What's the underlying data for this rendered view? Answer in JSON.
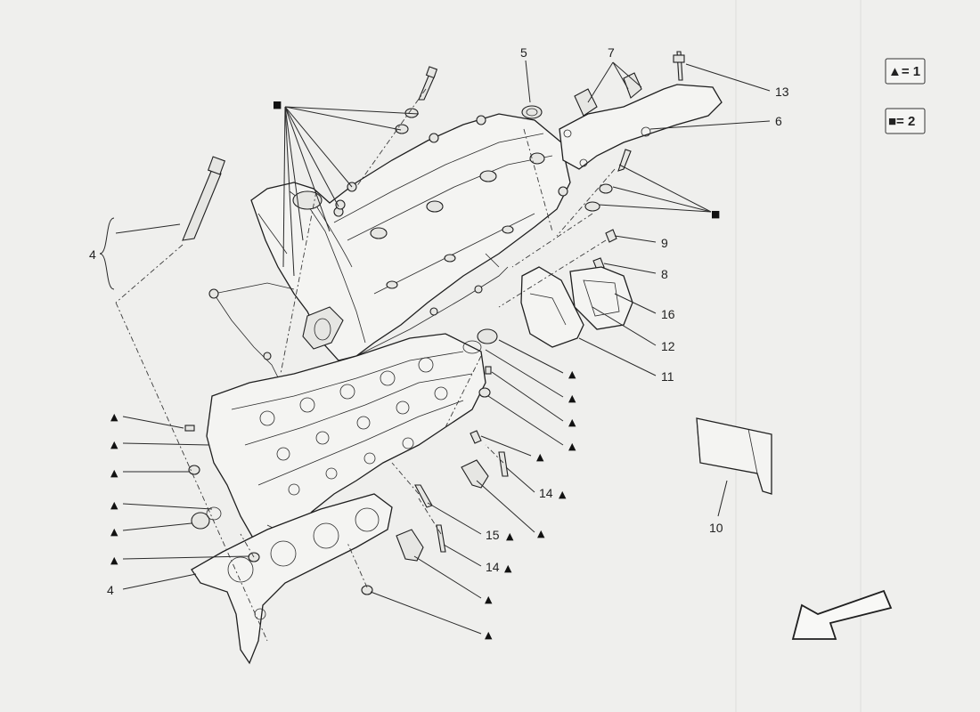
{
  "legend": {
    "triangle": "▲= 1",
    "square": "■= 2"
  },
  "callouts": {
    "c4_top": "4",
    "c5": "5",
    "c7": "7",
    "c13": "13",
    "c6": "6",
    "c9": "9",
    "c8": "8",
    "c16": "16",
    "c12": "12",
    "c11": "11",
    "c10": "10",
    "c14a": "14",
    "c15": "15",
    "c14b": "14",
    "c4_bottom": "4"
  },
  "symbols": {
    "triangle": "▲",
    "square": "■"
  },
  "colors": {
    "background": "#efefed",
    "line": "#2a2a2a"
  }
}
